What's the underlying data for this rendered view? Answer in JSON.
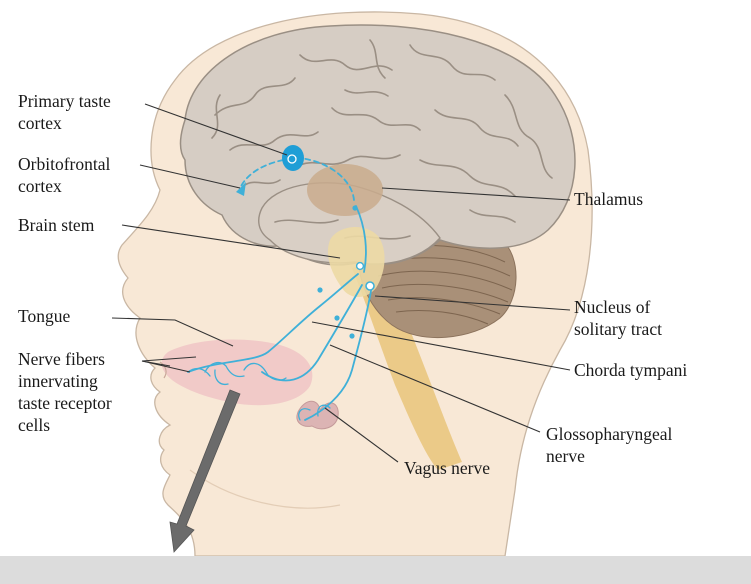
{
  "labels": {
    "primary_taste_cortex": [
      "Primary taste",
      "cortex"
    ],
    "orbitofrontal_cortex": [
      "Orbitofrontal",
      "cortex"
    ],
    "brain_stem": "Brain stem",
    "tongue": "Tongue",
    "nerve_fibers": [
      "Nerve fibers",
      "innervating",
      "taste receptor",
      "cells"
    ],
    "thalamus": "Thalamus",
    "nucleus_solitary_tract": [
      "Nucleus of",
      "solitary tract"
    ],
    "chorda_tympani": "Chorda tympani",
    "glossopharyngeal_nerve": [
      "Glossopharyngeal",
      "nerve"
    ],
    "vagus_nerve": "Vagus nerve"
  },
  "colors": {
    "skin": "#f8e8d6",
    "skin_outline": "#c9b7a4",
    "brain": "#d6cdc4",
    "cerebellum": "#a99078",
    "thalamus": "#c9ab8d",
    "brainstem": "#ecd9a4",
    "spinal": "#e9c47a",
    "tongue": "#f0c6c6",
    "nerve": "#3fb0d8",
    "taste_cortex": "#1f9ed6",
    "arrow": "#6b6b6b"
  }
}
